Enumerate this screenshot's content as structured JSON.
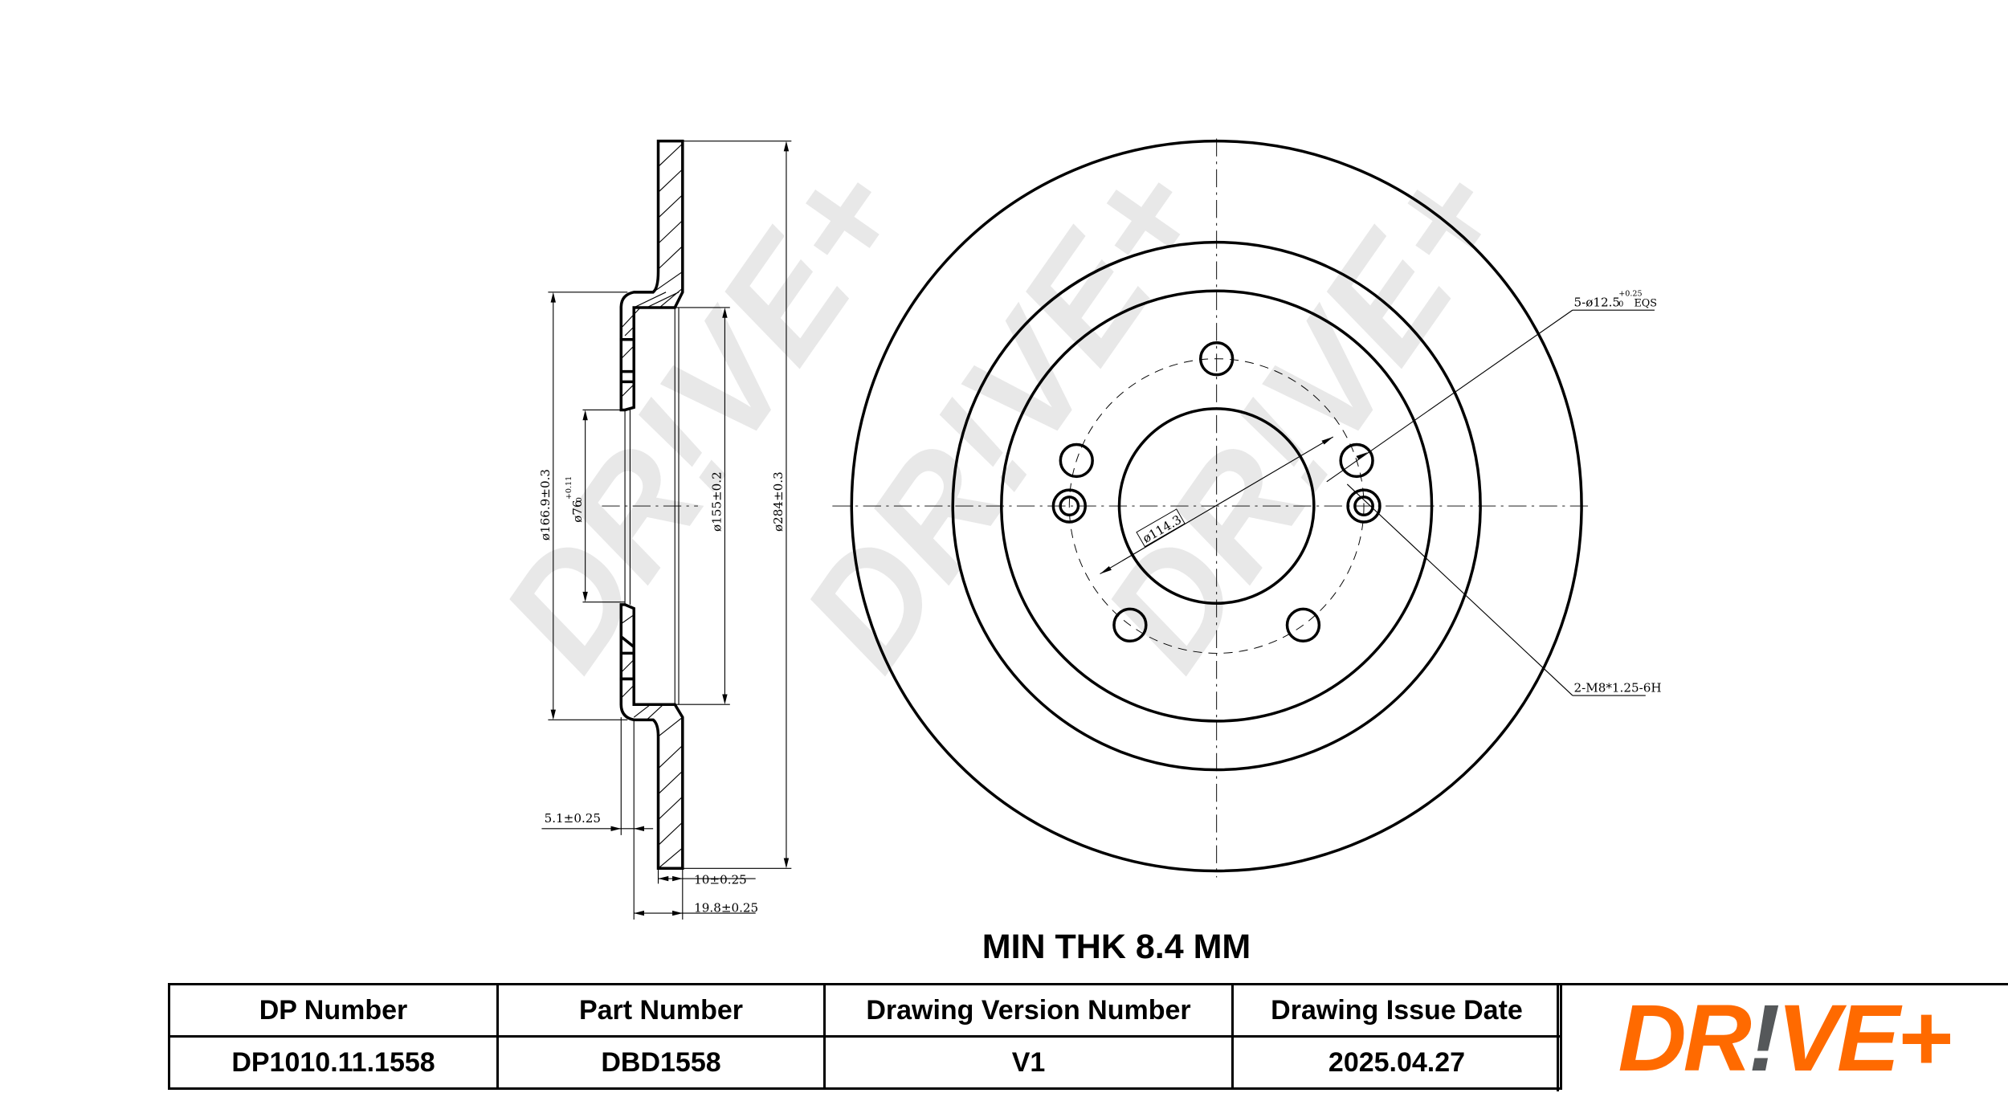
{
  "dimensions": {
    "outer_diameter": "ø284±0.3",
    "hat_diameter": "ø166.9±0.3",
    "center_bore": "ø76",
    "center_bore_tol_upper": "+0.11",
    "center_bore_tol_lower": "0",
    "inner_diameter": "ø155±0.2",
    "hat_offset": "5.1±0.25",
    "thickness": "10±0.25",
    "total_height": "19.8±0.25",
    "pcd": "ø114.3",
    "bolt_holes": "5-ø12.5",
    "bolt_holes_tol_upper": "+0.25",
    "bolt_holes_tol_lower": "0",
    "bolt_holes_suffix": "EQS",
    "threaded_holes": "2-M8*1.25-6H"
  },
  "min_thickness": "MIN THK 8.4 MM",
  "table": {
    "headers": [
      "DP Number",
      "Part Number",
      "Drawing Version Number",
      "Drawing Issue Date"
    ],
    "values": [
      "DP1010.11.1558",
      "DBD1558",
      "V1",
      "2025.04.27"
    ]
  },
  "logo": {
    "part1": "DR",
    "part2": "!",
    "part3": "VE+",
    "orange": "#ff6a00",
    "gray": "#55585a"
  },
  "watermark": "DR!VE+"
}
